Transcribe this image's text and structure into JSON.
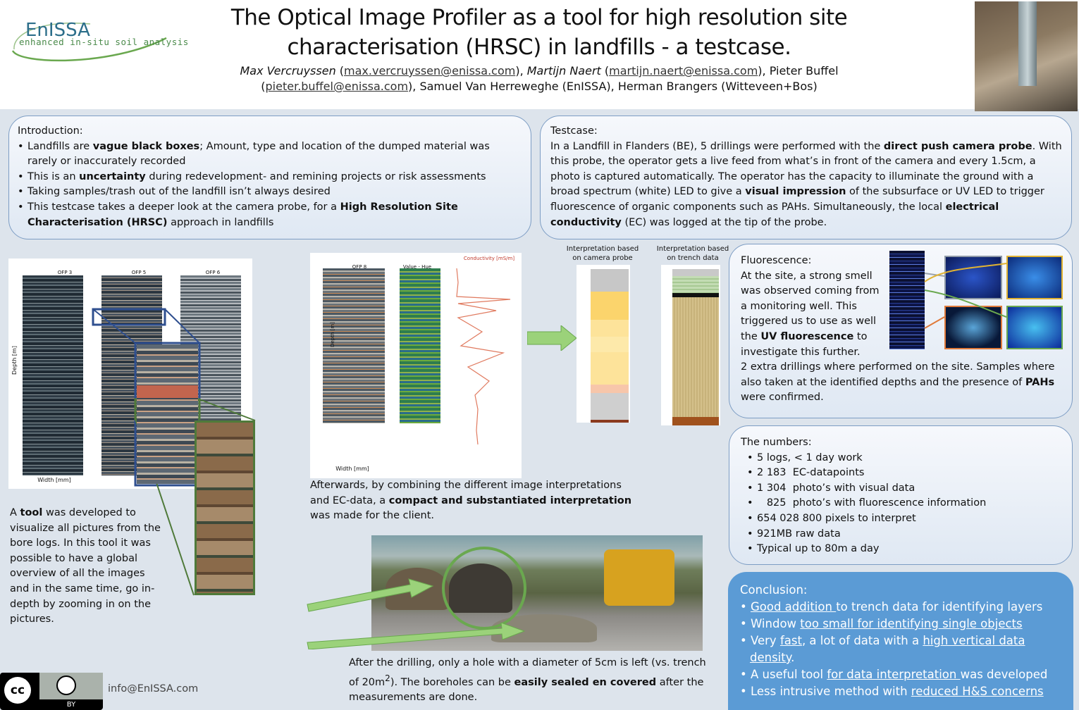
{
  "logo": {
    "brand": "EnISSA",
    "tagline": "enhanced in-situ soil analysis"
  },
  "title": {
    "line1": "The Optical Image Profiler as a tool for high resolution site",
    "line2": "characterisation (HRSC) in landfills - a testcase."
  },
  "authors": {
    "a1_name": "Max Vercruyssen",
    "a1_email": "max.vercruyssen@enissa.com",
    "a2_name": "Martijn Naert",
    "a2_email": "martijn.naert@enissa.com",
    "a3_name": "Pieter Buffel",
    "a3_email": "pieter.buffel@enissa.com",
    "rest": "Samuel Van Herreweghe (EnISSA), Herman Brangers (Witteveen+Bos)"
  },
  "intro": {
    "heading": "Introduction:",
    "b1_a": "Landfills are ",
    "b1_b": "vague black boxes",
    "b1_c": "; Amount, type and location of the dumped material was rarely or inaccurately recorded",
    "b2_a": "This is an ",
    "b2_b": "uncertainty",
    "b2_c": " during redevelopment- and remining projects or risk assessments",
    "b3": "Taking samples/trash out of the landfill isn’t always desired",
    "b4_a": "This testcase takes a deeper look at the camera probe, for a ",
    "b4_b": "High Resolution Site Characterisation (HRSC)",
    "b4_c": " approach in landfills"
  },
  "testcase": {
    "heading": "Testcase:",
    "p_a": "In a Landfill in Flanders (BE), 5 drillings were performed with the ",
    "p_b": "direct push camera probe",
    "p_c": ". With this probe, the operator gets a live feed from what’s in front of the camera and every 1.5cm, a photo is captured automatically. The operator has the capacity to illuminate the ground with a broad spectrum (white) LED to give a ",
    "p_d": "visual impression",
    "p_e": " of the subsurface or UV LED to trigger fluorescence of organic components such as PAHs. Simultaneously, the local ",
    "p_f": "electrical conductivity",
    "p_g": " (EC) was logged at the tip of the probe."
  },
  "tool_text": {
    "a": "A ",
    "b": "tool",
    "c": " was developed to visualize all pictures from the bore logs. In this tool it was possible to have a global overview of all the images and in the same time, go in-depth by zooming in on the pictures."
  },
  "afterwards": {
    "a": "Afterwards, by combining the different image interpretations and EC-data, a ",
    "b": "compact and substantiated interpretation",
    "c": " was made for the client."
  },
  "drilling": {
    "a": "After the drilling, only a hole with a diameter of 5cm is left (vs. trench of 20m",
    "sup": "2",
    "b": "). The boreholes can be ",
    "c": "easily sealed en covered",
    "d": " after the measurements are done."
  },
  "interp": {
    "camera": "Interpretation based on camera probe",
    "trench": "Interpretation based on trench data"
  },
  "fluor": {
    "heading": "Fluorescence:",
    "p1": "At the site, a strong smell was observed coming from a monitoring well. This triggered us to use as well the ",
    "p1b": "UV fluorescence",
    "p1c": " to investigate this further.",
    "p2": "2 extra drillings where performed on the site. Samples where also taken at the identified depths and the presence of ",
    "p2b": "PAHs",
    "p2c": " were confirmed."
  },
  "numbers": {
    "heading": "The numbers:",
    "items": [
      "5 logs, < 1 day work",
      "2 183  EC-datapoints",
      "1 304  photo’s with visual data",
      "   825  photo’s with fluorescence information",
      "654 028 800 pixels to interpret",
      "921MB raw data",
      "Typical up to 80m a day"
    ]
  },
  "conclusion": {
    "heading": "Conclusion:",
    "i1_u": "Good addition ",
    "i1_t": "to trench data for identifying layers",
    "i2_t": "Window ",
    "i2_u": "too small for identifying single objects",
    "i3_a": "Very ",
    "i3_u1": "fast",
    "i3_b": ", a lot of data with a ",
    "i3_u2": "high vertical data density",
    "i3_c": ".",
    "i4_a": "A useful tool ",
    "i4_u": "for data interpretation ",
    "i4_b": "was developed",
    "i5_a": "Less intrusive method with ",
    "i5_u": "reduced H&S concerns"
  },
  "footer": {
    "email": "info@EnISSA.com",
    "license": "BY"
  },
  "figure_labels": {
    "ofp3": "OFP 3",
    "ofp5": "OFP 5",
    "ofp6": "OFP 6",
    "ofp8": "OFP 8",
    "value_hue": "Value - Hue",
    "conductivity": "Conductivity [mS/m]",
    "depth": "Depth [m]",
    "width": "Width [mm]"
  },
  "colors": {
    "accent_blue": "#5b9bd5",
    "box_border": "#7d9dc4",
    "arrow_green": "#9bd27a"
  }
}
